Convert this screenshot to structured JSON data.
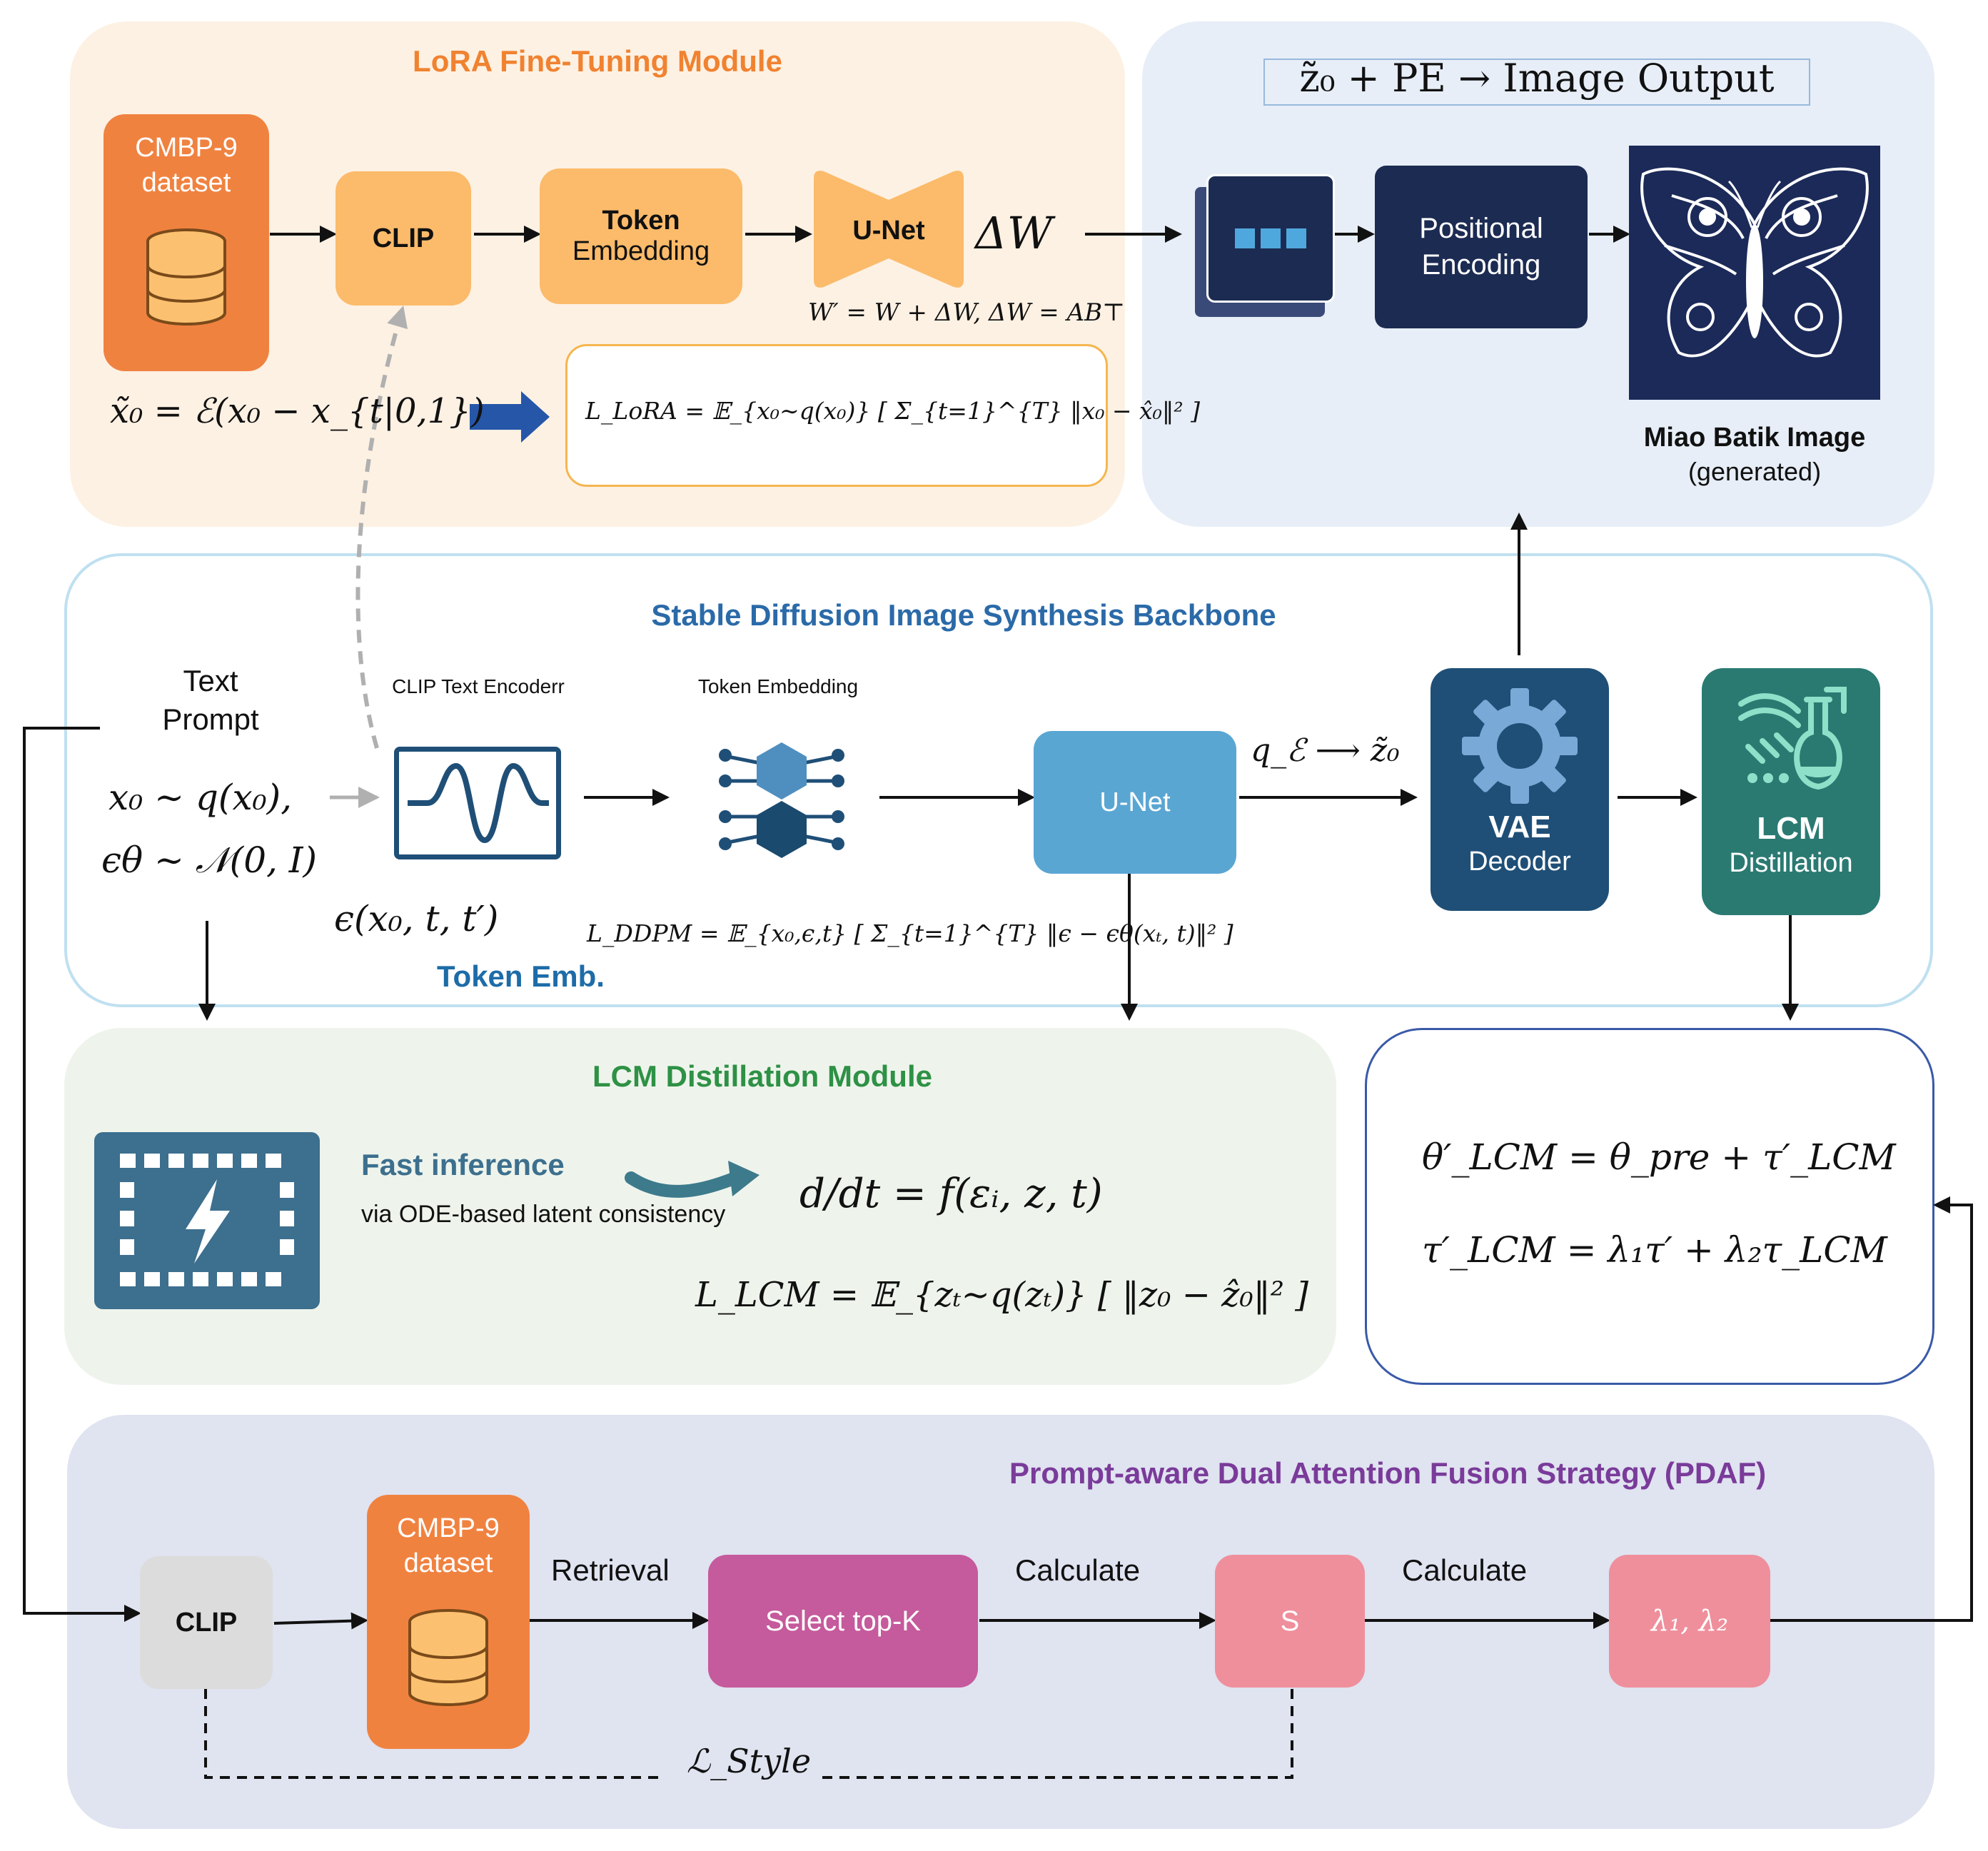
{
  "colors": {
    "lora_bg": "#fdf1e3",
    "output_bg": "#e7eef7",
    "sd_border": "#bfe0f0",
    "lcm_bg": "#eef4ec",
    "pdaf_bg": "#e0e3f0",
    "orange": "#f08240",
    "light_orange": "#fbbb6b",
    "navy": "#1c2b52",
    "teal": "#2a7a72",
    "blue": "#5aa6d3",
    "dark_blue": "#1f4f77",
    "magenta": "#c55a9c",
    "pink": "#ef8f9c",
    "grey": "#dcdcdc",
    "lora_title": "#f08230",
    "sd_title": "#2b6aa8",
    "lcm_title": "#2e9145",
    "pdaf_title": "#7a3b9a",
    "token_emb": "#1d6ca8"
  },
  "lora": {
    "title": "LoRA Fine-Tuning Module",
    "dataset_line1": "CMBP-9",
    "dataset_line2": "dataset",
    "clip": "CLIP",
    "token_line1": "Token",
    "token_line2": "Embedding",
    "unet": "U-Net",
    "delta_w": "ΔW",
    "weight_eq": "W′ = W + ΔW,    ΔW = AB⊤",
    "x0_eq": "x̃₀ = ℰ(x₀ − x_{t|0,1})",
    "loss_eq": "L_LoRA = 𝔼_{x₀∼q(x₀)} [ Σ_{t=1}^{T} ‖x₀ − x̂₀‖² ]"
  },
  "output": {
    "title_eq": "z̃₀ + PE → Image Output",
    "pe_line1": "Positional",
    "pe_line2": "Encoding",
    "image_label": "Miao Batik Image",
    "image_sub": "(generated)"
  },
  "sd": {
    "title": "Stable Diffusion Image Synthesis Backbone",
    "text_prompt_line1": "Text",
    "text_prompt_line2": "Prompt",
    "x0_eq": "x₀ ∼ q(x₀),",
    "eps_eq": "ϵθ ∼ 𝒩(0, I)",
    "clip_enc_label": "CLIP Text Encoderr",
    "token_emb_label": "Token Embedding",
    "eps_t_eq": "ϵ(x₀, t, t′)",
    "token_emb_short": "Token Emb.",
    "ddpm_eq": "L_DDPM = 𝔼_{x₀,ϵ,t} [ Σ_{t=1}^{T} ‖ϵ − ϵθ(xₜ, t)‖² ]",
    "unet": "U-Net",
    "q_eq": "q_ℰ ⟶ z̃₀",
    "vae_line1": "VAE",
    "vae_line2": "Decoder",
    "lcm_line1": "LCM",
    "lcm_line2": "Distillation"
  },
  "lcm": {
    "title": "LCM Distillation Module",
    "fast_title": "Fast inference",
    "fast_sub": "via ODE-based latent consistency",
    "ode_eq": "d/dt = f(εᵢ, z, t)",
    "loss_eq": "L_LCM = 𝔼_{zₜ∼q(zₜ)} [ ‖z₀ − ẑ₀‖² ]"
  },
  "params": {
    "theta_eq": "θ′_LCM = θ_pre + τ′_LCM",
    "tau_eq": "τ′_LCM = λ₁τ′ + λ₂τ_LCM"
  },
  "pdaf": {
    "title": "Prompt-aware Dual Attention Fusion Strategy (PDAF)",
    "clip": "CLIP",
    "dataset_line1": "CMBP-9",
    "dataset_line2": "dataset",
    "retrieval": "Retrieval",
    "select": "Select top-K",
    "calculate1": "Calculate",
    "s": "S",
    "calculate2": "Calculate",
    "lambdas": "λ₁, λ₂",
    "style_loss": "ℒ_Style"
  }
}
